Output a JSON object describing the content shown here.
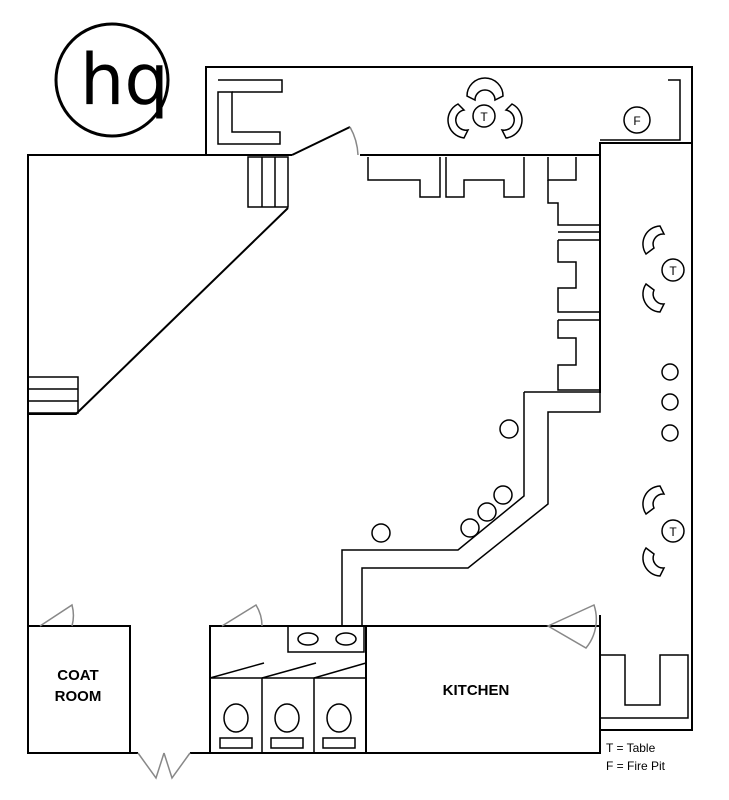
{
  "logo": {
    "text": "hq"
  },
  "rooms": {
    "coat_room_line1": "COAT",
    "coat_room_line2": "ROOM",
    "kitchen": "KITCHEN"
  },
  "markers": {
    "table": "T",
    "fire_pit": "F"
  },
  "legend": {
    "table": "T = Table",
    "fire_pit": "F = Fire Pit"
  }
}
